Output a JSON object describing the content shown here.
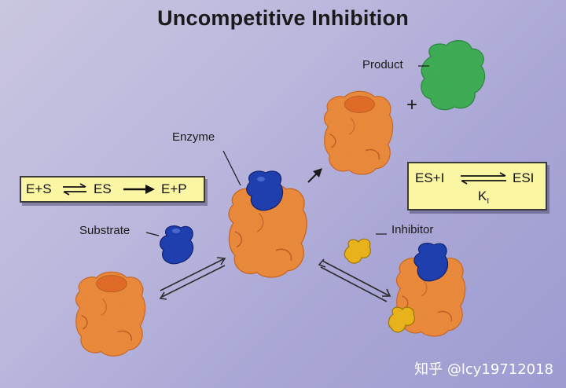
{
  "title": "Uncompetitive Inhibition",
  "labels": {
    "product": "Product",
    "enzyme": "Enzyme",
    "substrate": "Substrate",
    "inhibitor": "Inhibitor",
    "plus": "+"
  },
  "equations": {
    "reaction": {
      "e_s": "E+S",
      "es": "ES",
      "e_p": "E+P"
    },
    "inhibition": {
      "es_i": "ES+I",
      "esi": "ESI",
      "k": "K",
      "k_sub": "I"
    }
  },
  "watermark": "知乎 @lcy19712018",
  "colors": {
    "enzyme": "#f4893a",
    "enzyme_pocket": "#e85d1b",
    "substrate": "#1f3fae",
    "product": "#3fb052",
    "inhibitor": "#e8b21c",
    "equation_box": "#fbf6a4"
  }
}
